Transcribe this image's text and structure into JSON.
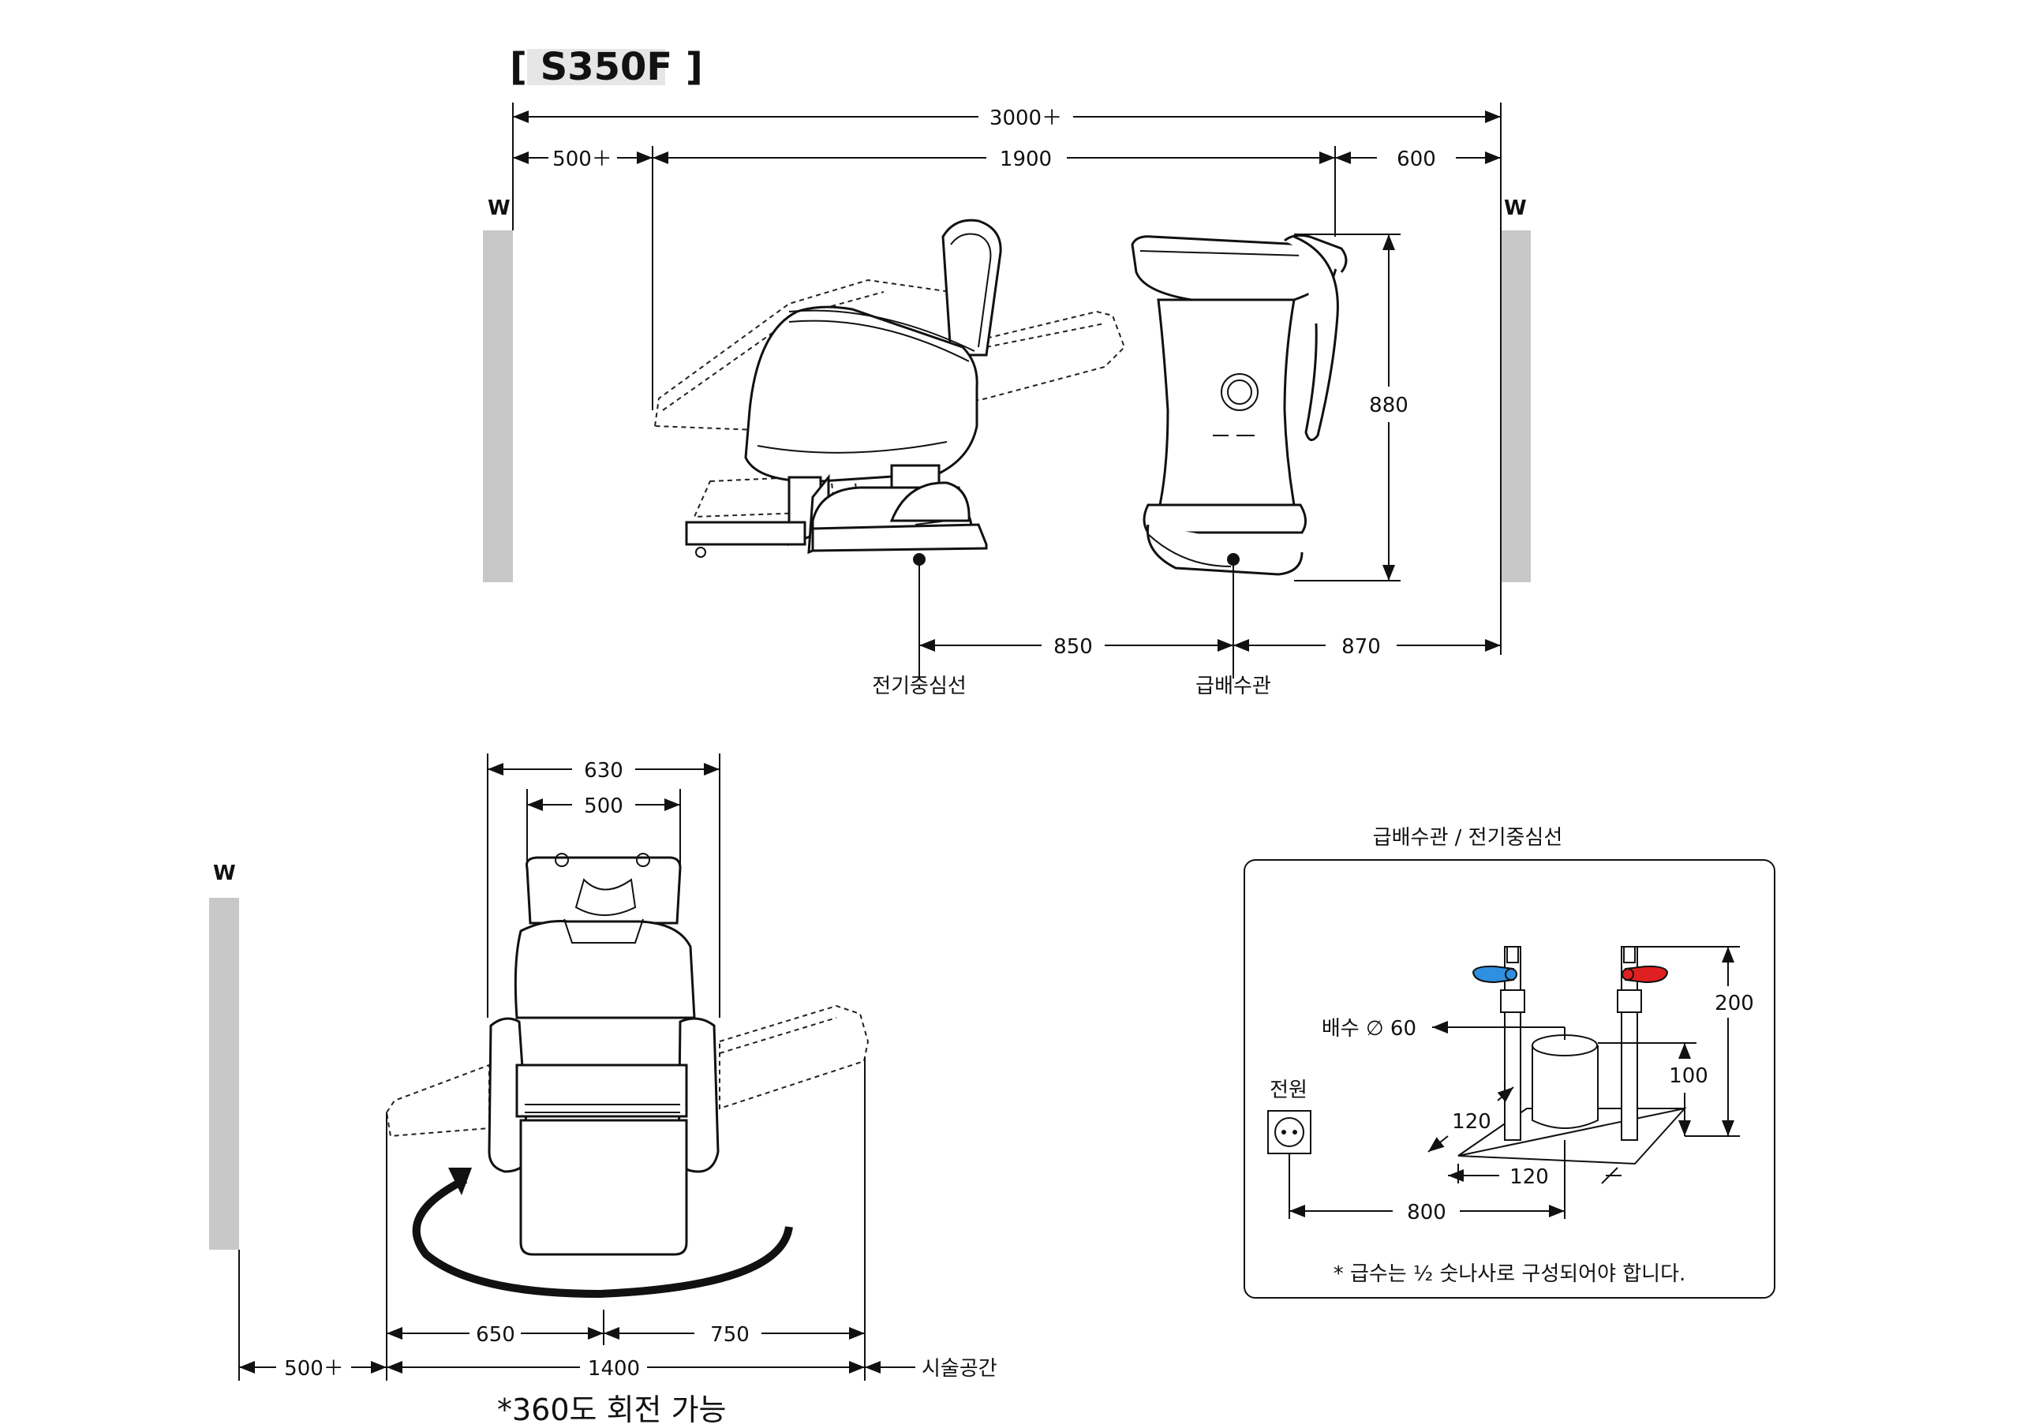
{
  "title": "[ S350F ]",
  "wall_label": "W",
  "side_view": {
    "total": "3000＋",
    "left_gap": "500＋",
    "chair_length": "1900",
    "right_gap": "600",
    "height": "880",
    "to_water": "850",
    "to_wall": "870",
    "electric_label": "전기중심선",
    "water_label": "급배수관"
  },
  "top_view": {
    "outer_width": "630",
    "inner_width": "500",
    "left_span": "650",
    "right_span": "750",
    "wall_gap": "500＋",
    "total_span": "1400",
    "work_area": "시술공간",
    "rotation_note": "*360도 회전 가능"
  },
  "detail": {
    "title": "급배수관 / 전기중심선",
    "power_label": "전원",
    "drain_label": "배수 ∅ 60",
    "pipe_height": "200",
    "drain_height": "100",
    "offset_a": "120",
    "offset_b": "120",
    "width": "800",
    "footnote": "* 급수는 ½ 숫나사로 구성되어야 합니다.",
    "cold_color": "#2f8fe0",
    "hot_color": "#e02020"
  }
}
